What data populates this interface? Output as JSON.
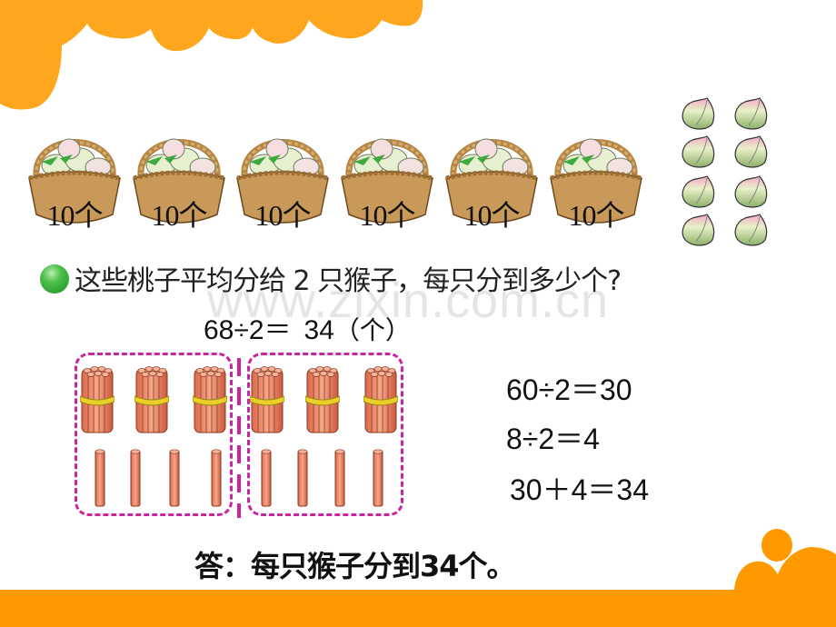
{
  "colors": {
    "orange": "#FFA61F",
    "orange_band": "#FF9900",
    "dash": "#C8259F",
    "stick": "#F08E6E",
    "band": "#E8CF2A",
    "basket": "#C9995A",
    "bullet": "#3DB544"
  },
  "baskets": [
    {
      "label": "10个"
    },
    {
      "label": "10个"
    },
    {
      "label": "10个"
    },
    {
      "label": "10个"
    },
    {
      "label": "10个"
    },
    {
      "label": "10个"
    }
  ],
  "loose_peaches_count": 8,
  "question": {
    "text": "这些桃子平均分给 2 只猴子，每只分到多少个?"
  },
  "watermark": "www.zixin.com.cn",
  "equation": {
    "expr": "68÷2＝",
    "result": "34",
    "unit": "（个）"
  },
  "manipulatives": {
    "groups": 2,
    "bundles_per_group": 3,
    "sticks_per_group": 4
  },
  "steps": [
    "60÷2＝30",
    "8÷2＝4",
    "30＋4＝34"
  ],
  "answer": "答：每只猴子分到34个。"
}
